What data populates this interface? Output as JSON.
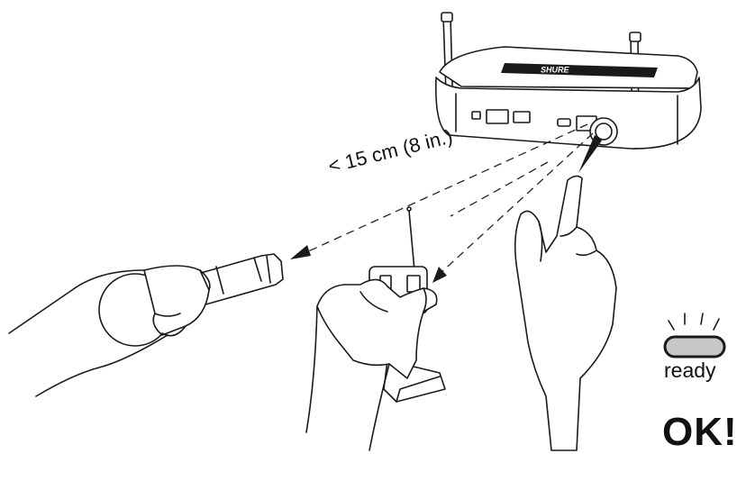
{
  "distance_label": "< 15 cm (8 in.)",
  "receiver_brand": "SHURE",
  "led_status_label": "ready",
  "ok_label": "OK!",
  "colors": {
    "ink": "#1a1a1a",
    "led": "#c8c8c8",
    "background": "#ffffff"
  }
}
